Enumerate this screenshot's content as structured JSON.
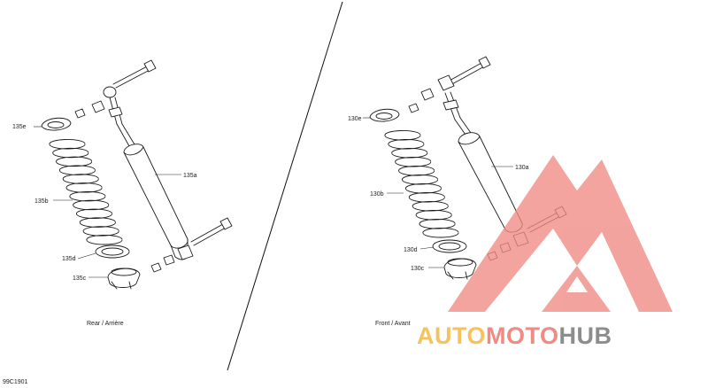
{
  "diagram": {
    "rear": {
      "caption": "Rear / Arrière",
      "labels": {
        "spring_guide_top": "135e",
        "shock": "135a",
        "spring": "135b",
        "spring_seat": "135d",
        "lower_cup": "135c"
      }
    },
    "front": {
      "caption": "Front / Avant",
      "labels": {
        "spring_guide_top": "130e",
        "shock": "130a",
        "spring": "130b",
        "spring_seat": "130d",
        "lower_cup": "130c"
      }
    },
    "figure_code": "99C1901"
  },
  "watermark": {
    "word_part1": "AUTO",
    "word_part2": "MOTO",
    "word_part3": "HUB",
    "colors": {
      "logo": "#f08a83",
      "auto": "#f6c25e",
      "moto": "#f08a83",
      "hub": "#8d8d8d"
    }
  }
}
